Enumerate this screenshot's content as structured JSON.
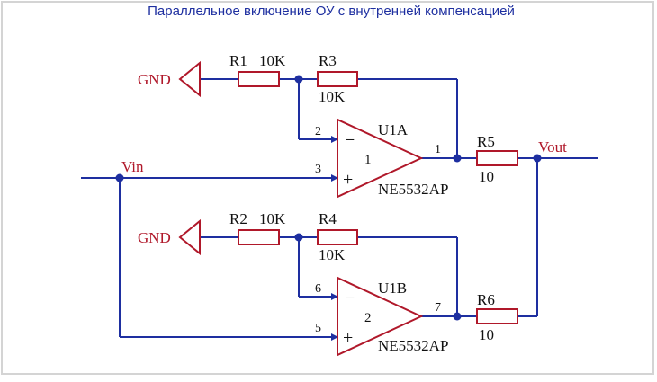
{
  "title": "Параллельное включение ОУ с внутренней компенсацией",
  "colors": {
    "wire": "#1e2fa0",
    "component": "#b0182a",
    "text": "#111111",
    "title": "#1e2fa0",
    "net_label": "#b0182a",
    "border": "#cfcfcf"
  },
  "nets": {
    "vin": "Vin",
    "vout": "Vout",
    "gnd_top": "GND",
    "gnd_bottom": "GND"
  },
  "resistors": {
    "r1": {
      "ref": "R1",
      "value": "10K"
    },
    "r2": {
      "ref": "R2",
      "value": "10K"
    },
    "r3": {
      "ref": "R3",
      "value": "10K"
    },
    "r4": {
      "ref": "R4",
      "value": "10K"
    },
    "r5": {
      "ref": "R5",
      "value": "10"
    },
    "r6": {
      "ref": "R6",
      "value": "10"
    }
  },
  "opamps": {
    "u1a": {
      "ref": "U1A",
      "part": "NE5532AP",
      "unit": "1",
      "pin_inv": "2",
      "pin_noninv": "3",
      "pin_out": "1",
      "sign_inv": "−",
      "sign_noninv": "+"
    },
    "u1b": {
      "ref": "U1B",
      "part": "NE5532AP",
      "unit": "2",
      "pin_inv": "6",
      "pin_noninv": "5",
      "pin_out": "7",
      "sign_inv": "−",
      "sign_noninv": "+"
    }
  }
}
